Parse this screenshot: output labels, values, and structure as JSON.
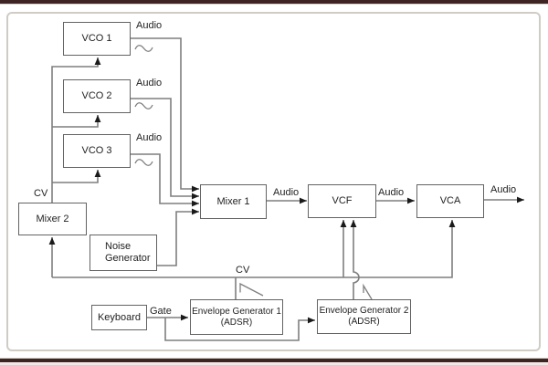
{
  "nodes": {
    "vco1": {
      "label": "VCO 1"
    },
    "vco2": {
      "label": "VCO 2"
    },
    "vco3": {
      "label": "VCO 3"
    },
    "mixer2": {
      "label": "Mixer 2"
    },
    "noise": {
      "line1": "Noise",
      "line2": "Generator"
    },
    "mixer1": {
      "label": "Mixer 1"
    },
    "vcf": {
      "label": "VCF"
    },
    "vca": {
      "label": "VCA"
    },
    "keyboard": {
      "label": "Keyboard"
    },
    "eg1": {
      "line1": "Envelope Generator 1",
      "line2": "(ADSR)"
    },
    "eg2": {
      "line1": "Envelope Generator 2",
      "line2": "(ADSR)"
    }
  },
  "wire_labels": {
    "vco1_out": "Audio",
    "vco2_out": "Audio",
    "vco3_out": "Audio",
    "mixer2_cv": "CV",
    "mixer1_out": "Audio",
    "vcf_out": "Audio",
    "vca_out": "Audio",
    "cv_bus": "CV",
    "gate": "Gate"
  },
  "icons": {
    "vco_output_waveform": "sine-wave-icon",
    "envelope_output_shape": "envelope-ramp-icon"
  },
  "colors": {
    "top_bar": "#3e2523",
    "bottom_bar": "#3e2523",
    "bottom_tint": "#f2e9e7",
    "divider": "#d9d5cd",
    "frame_border": "#d0ccc5",
    "background": "#ffffff",
    "wire": "#7f7f7f",
    "box_border": "#636363",
    "arrowhead": "#1a1a1a",
    "text": "#1f1f1f"
  }
}
